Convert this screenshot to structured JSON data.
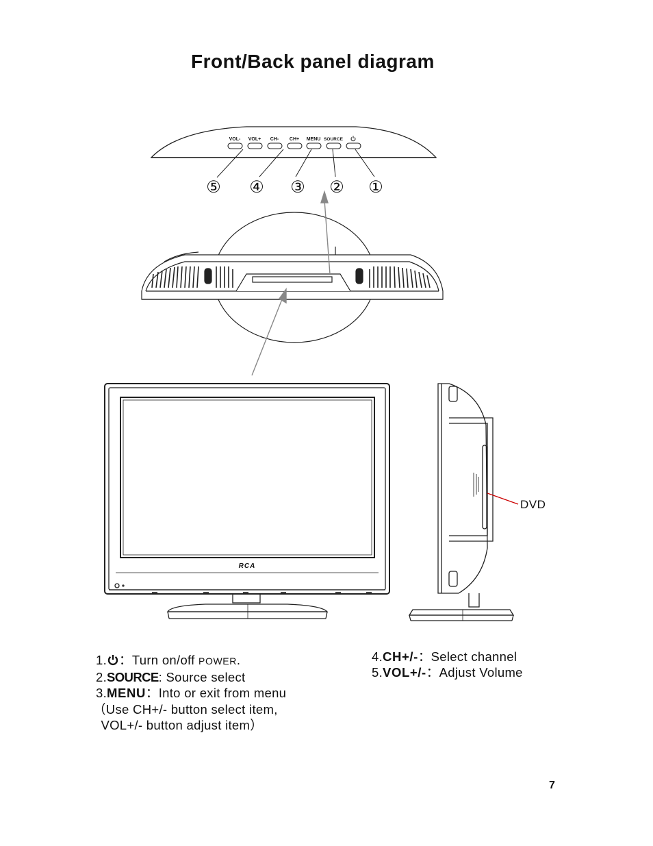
{
  "title": "Front/Back panel diagram",
  "panel_buttons": [
    "VOL-",
    "VOL+",
    "CH-",
    "CH+",
    "MENU",
    "SOURCE"
  ],
  "callouts": [
    "⑤",
    "④",
    "③",
    "②",
    "①"
  ],
  "logo": "RCA",
  "dvd_label": "DVD",
  "descriptions_left": {
    "item1": {
      "num": "1.",
      "sep": "：",
      "text": "Turn on/off ",
      "power": "POWER",
      "end": "."
    },
    "item2": {
      "num": "2.",
      "key": "SOURCE",
      "text": ": Source select"
    },
    "item3": {
      "num": "3.",
      "key": "MENU",
      "sep": "：",
      "text": "Into or exit from menu"
    },
    "line4": "（Use CH+/- button select item,",
    "line5": " VOL+/- button adjust item）"
  },
  "descriptions_right": {
    "item4": {
      "num": "4.",
      "key": "CH+/-",
      "sep": "：",
      "text": "Select channel"
    },
    "item5": {
      "num": "5.",
      "key": "VOL+/-",
      "sep": "：",
      "text": "Adjust Volume"
    }
  },
  "page_number": "7"
}
